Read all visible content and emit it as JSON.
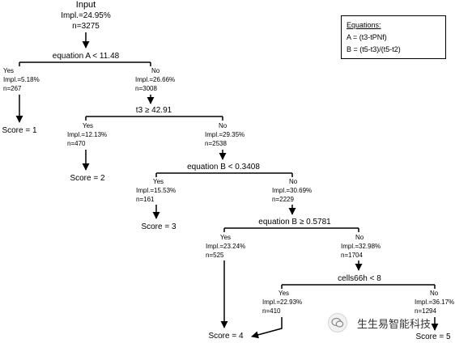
{
  "root": {
    "title": "Input",
    "impl": "Impl.=24.95%",
    "n": "n=3275"
  },
  "splits": [
    {
      "condition": "equation A < 11.48",
      "yes": {
        "label": "Yes",
        "impl": "Impl.=5.18%",
        "n": "n=267"
      },
      "no": {
        "label": "No",
        "impl": "Impl.=26.66%",
        "n": "n=3008"
      }
    },
    {
      "condition": "t3 ≥ 42.91",
      "yes": {
        "label": "Yes",
        "impl": "Impl.=12.13%",
        "n": "n=470"
      },
      "no": {
        "label": "No",
        "impl": "Impl.=29.35%",
        "n": "n=2538"
      }
    },
    {
      "condition": "equation B < 0.3408",
      "yes": {
        "label": "Yes",
        "impl": "Impl.=15.53%",
        "n": "n=161"
      },
      "no": {
        "label": "No",
        "impl": "Impl.=30.69%",
        "n": "n=2229"
      }
    },
    {
      "condition": "equation B ≥ 0.5781",
      "yes": {
        "label": "Yes",
        "impl": "Impl.=23.24%",
        "n": "n=525"
      },
      "no": {
        "label": "No",
        "impl": "Impl.=32.98%",
        "n": "n=1704"
      }
    },
    {
      "condition": "cells66h < 8",
      "yes": {
        "label": "Yes",
        "impl": "Impl.=22.93%",
        "n": "n=410"
      },
      "no": {
        "label": "No",
        "impl": "Impl.=36.17%",
        "n": "n=1294"
      }
    }
  ],
  "scores": [
    "Score = 1",
    "Score = 2",
    "Score = 3",
    "Score = 4",
    "Score = 5"
  ],
  "legend": {
    "title": "Equations:",
    "lines": [
      "A = (t3-tPNf)",
      "B = (t5-t3)/(t5-t2)"
    ]
  },
  "watermark": {
    "text": "生生易智能科技",
    "logo_icon": "wechat-logo-icon"
  }
}
